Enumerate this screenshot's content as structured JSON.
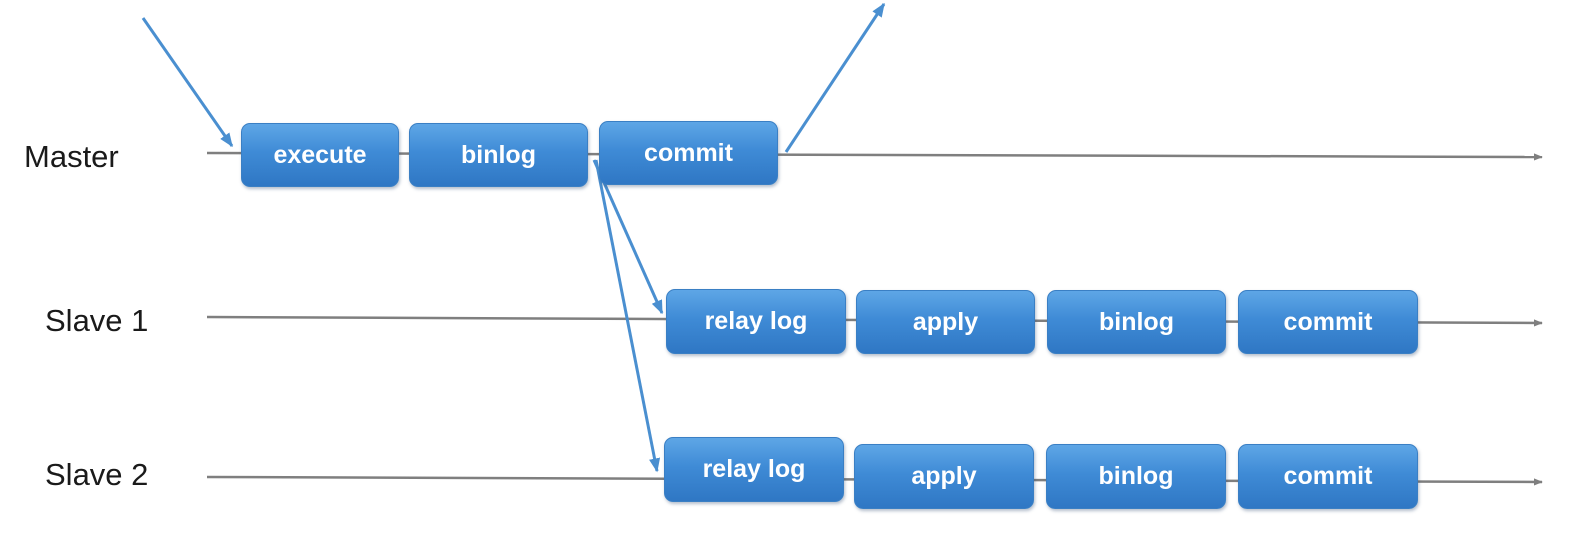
{
  "rows": [
    {
      "label": "Master",
      "steps": [
        "execute",
        "binlog",
        "commit"
      ]
    },
    {
      "label": "Slave 1",
      "steps": [
        "relay log",
        "apply",
        "binlog",
        "commit"
      ]
    },
    {
      "label": "Slave 2",
      "steps": [
        "relay log",
        "apply",
        "binlog",
        "commit"
      ]
    }
  ],
  "colors": {
    "step_box": "#3f8bd6",
    "arrow_blue": "#4a8fd0",
    "timeline_gray": "#7f7f7f"
  }
}
